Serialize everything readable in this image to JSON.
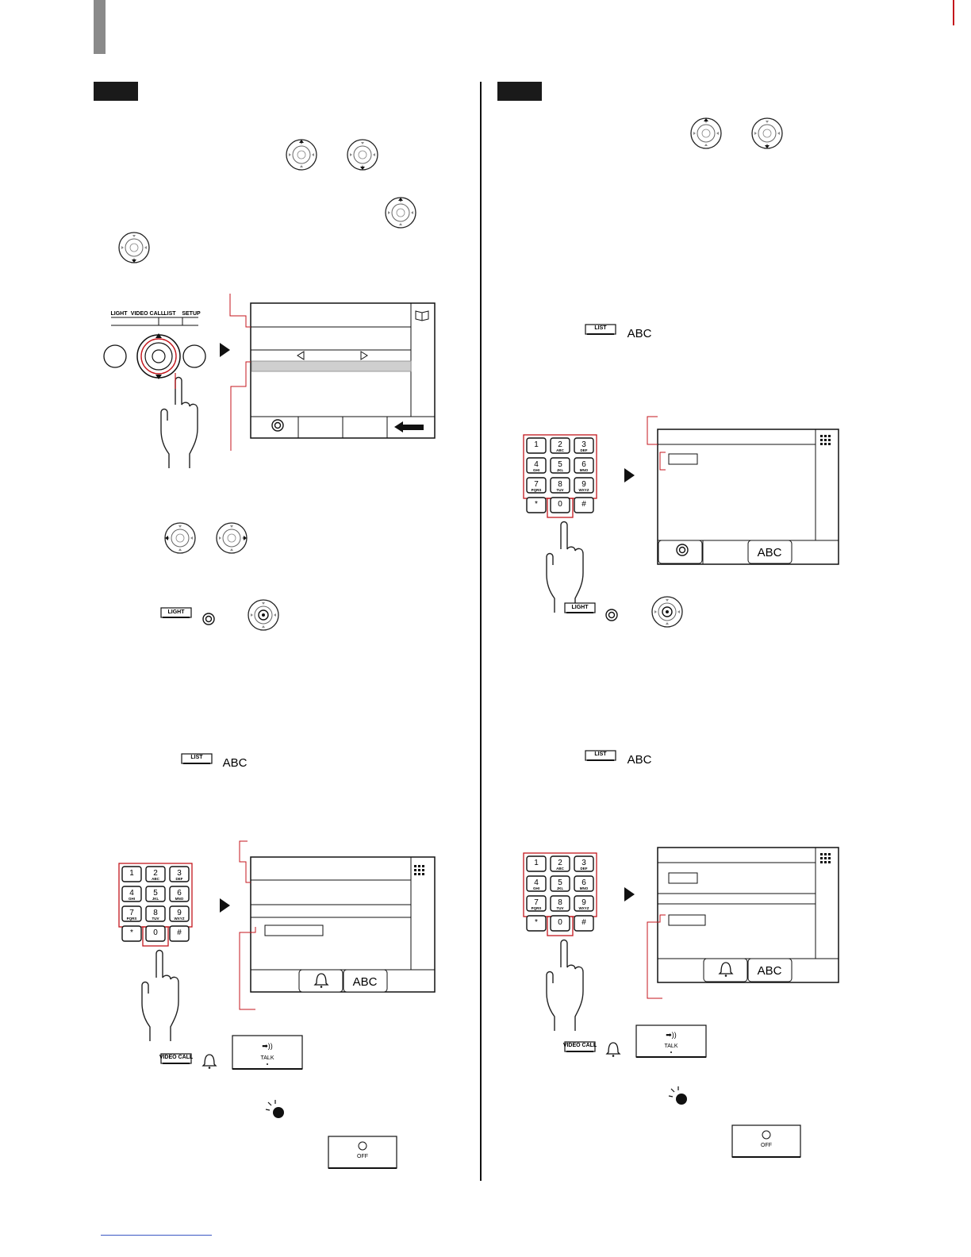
{
  "keys": {
    "light": "LIGHT",
    "list": "LIST",
    "video_call": "VIDEO CALL",
    "setup": "SETUP",
    "talk": "TALK",
    "off": "OFF",
    "abc": "ABC"
  },
  "keypad": {
    "digits": [
      "1",
      "2",
      "3",
      "4",
      "5",
      "6",
      "7",
      "8",
      "9",
      "*",
      "0",
      "#"
    ],
    "letters": [
      "",
      "ABC",
      "DEF",
      "GHI",
      "JKL",
      "MNO",
      "PQRS",
      "TUV",
      "WXYZ",
      "",
      "",
      ""
    ]
  },
  "colors": {
    "accent_red": "#c4161c",
    "step_badge": "#1a1a1a",
    "highlight_row": "#cfcfcf"
  }
}
